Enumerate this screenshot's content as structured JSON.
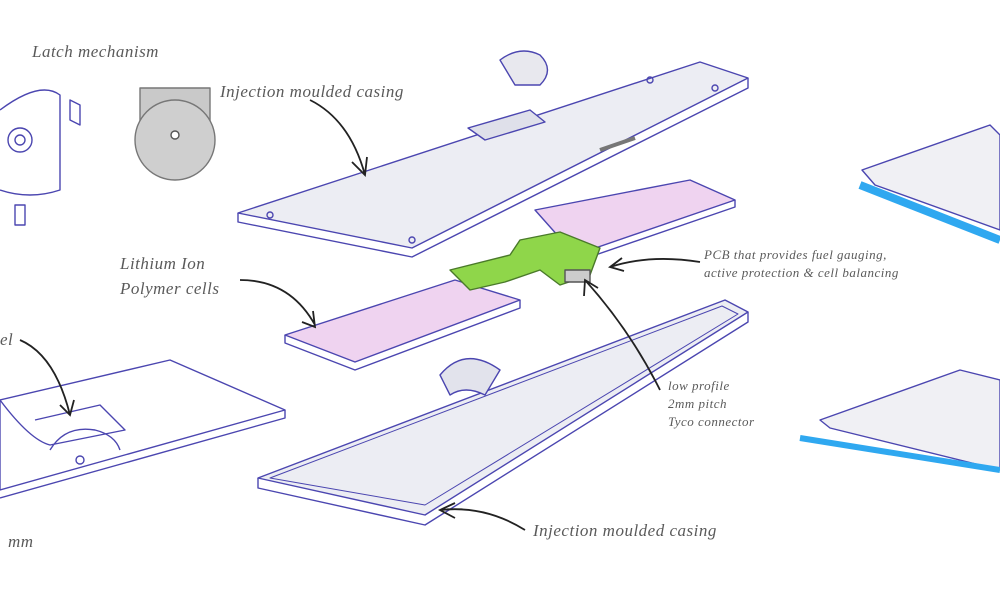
{
  "labels": {
    "latch": "Latch mechanism",
    "casing_top": "Injection moulded casing",
    "cells_line1": "Lithium Ion",
    "cells_line2": "Polymer cells",
    "pcb_line1": "PCB that provides fuel gauging,",
    "pcb_line2": "active protection & cell balancing",
    "connector_line1": "low profile",
    "connector_line2": "2mm pitch",
    "connector_line3": "Tyco connector",
    "casing_bottom": "Injection moulded casing",
    "left_partial": "el",
    "dimension_partial": "mm"
  },
  "colors": {
    "ink": "#4b46b0",
    "cell_fill": "#efd3f0",
    "pcb_fill": "#8fd64a",
    "marker_blue": "#2fa8f0",
    "casing_fill": "#ecedf3"
  }
}
